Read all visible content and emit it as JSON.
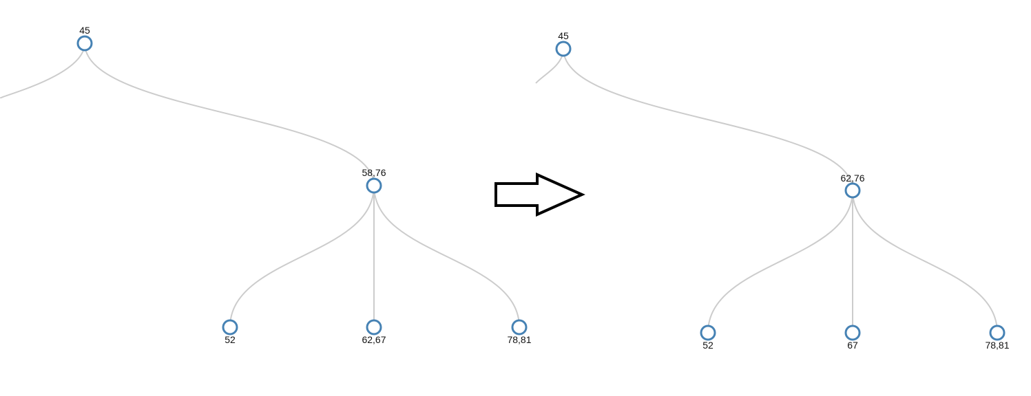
{
  "before_tree": {
    "root_label": "45",
    "child_label": "58,76",
    "leaves": [
      {
        "label": "52"
      },
      {
        "label": "62,67"
      },
      {
        "label": "78,81"
      }
    ]
  },
  "transition": {
    "arrow_icon": "right-arrow-icon"
  },
  "after_tree": {
    "root_label": "45",
    "child_label": "62,76",
    "leaves": [
      {
        "label": "52"
      },
      {
        "label": "67"
      },
      {
        "label": "78,81"
      }
    ]
  },
  "colors": {
    "node_stroke": "#4682b4",
    "link": "#cccccc",
    "text": "#111111",
    "arrow": "#000000"
  }
}
